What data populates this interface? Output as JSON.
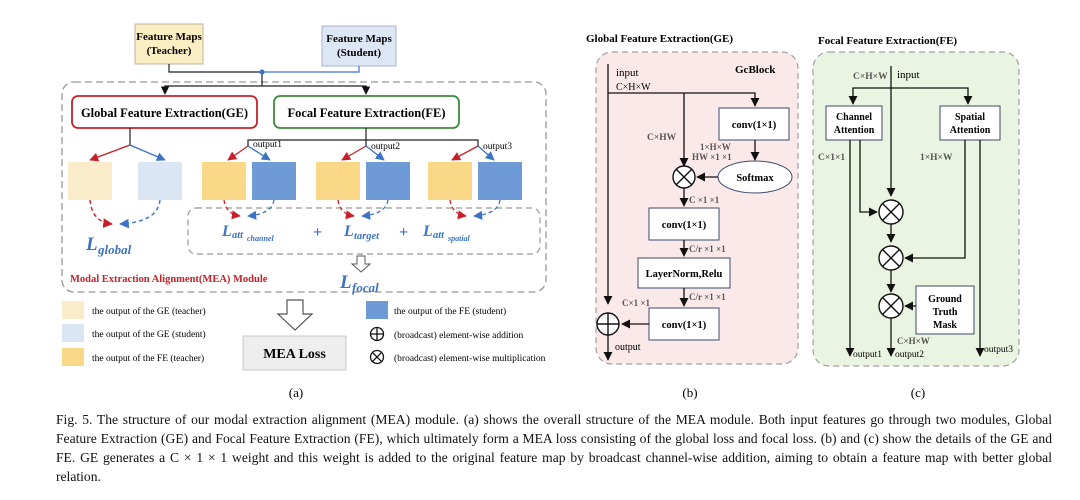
{
  "panel_a": {
    "teacher": "Feature Maps",
    "teacher2": "(Teacher)",
    "student": "Feature Maps",
    "student2": "(Student)",
    "ge": "Global Feature Extraction(GE)",
    "fe": "Focal Feature Extraction(FE)",
    "output1": "output1",
    "output2": "output2",
    "output3": "output3",
    "l_global": "global",
    "l_channel": "channel",
    "l_target": "target",
    "l_spatial": "spatial",
    "l_att": "att",
    "l_focal": "focal",
    "l_letter": "L",
    "plus": "+",
    "module": "Modal Extraction Alignment(MEA) Module",
    "mea_loss": "MEA Loss",
    "leg1": "the output of the GE (teacher)",
    "leg2": "the output of the GE (student)",
    "leg3": "the output of the FE (teacher)",
    "leg4": "the output of the FE (student)",
    "leg5": "(broadcast) element-wise addition",
    "leg6": "(broadcast) element-wise multiplication",
    "label": "(a)"
  },
  "panel_b": {
    "title": "Global Feature Extraction(GE)",
    "gcblock": "GcBlock",
    "input": "input",
    "chw": "C×H×W",
    "chw2": "C×HW",
    "conv": "conv(1×1)",
    "d1": "1×H×W",
    "d2": "HW ×1 ×1",
    "softmax": "Softmax",
    "c11": "C ×1 ×1",
    "cr1": "C/r ×1 ×1",
    "cr2": "C/r ×1 ×1",
    "c11b": "C×1 ×1",
    "ln": "LayerNorm,Relu",
    "output": "output",
    "label": "(b)"
  },
  "panel_c": {
    "title": "Focal Feature Extraction(FE)",
    "input": "input",
    "chw": "C×H×W",
    "ch1": "Channel",
    "ch2": "Attention",
    "sp1": "Spatial",
    "sp2": "Attention",
    "c11": "C×1×1",
    "hw1": "1×H×W",
    "gt1": "Ground",
    "gt2": "Truth",
    "gt3": "Mask",
    "chw3": "C×H×W",
    "output1": "output1",
    "output2": "output2",
    "output3": "output3",
    "label": "(c)"
  },
  "caption": "Fig. 5.  The structure of our modal extraction alignment (MEA) module. (a) shows the overall structure of the MEA module. Both input features go through two modules, Global Feature Extraction (GE) and Focal Feature Extraction (FE), which ultimately form a MEA loss consisting of the global loss and focal loss. (b) and (c) show the details of the GE and FE. GE generates a C × 1 × 1 weight and this weight is added to the original feature map by broadcast channel-wise addition, aiming to obtain a feature map with better global relation.",
  "colors": {
    "teacher": "#fbeec3",
    "student": "#dde6f4",
    "ge_t": "#faeccb",
    "ge_s": "#dbe6f5",
    "fe_t": "#f9d887",
    "fe_s": "#6e9ad6",
    "red": "#c8202a",
    "blue": "#3d73c4",
    "green": "#3c8a3a",
    "pink_bg": "#fbe9e9",
    "green_bg": "#eaf5e1"
  }
}
